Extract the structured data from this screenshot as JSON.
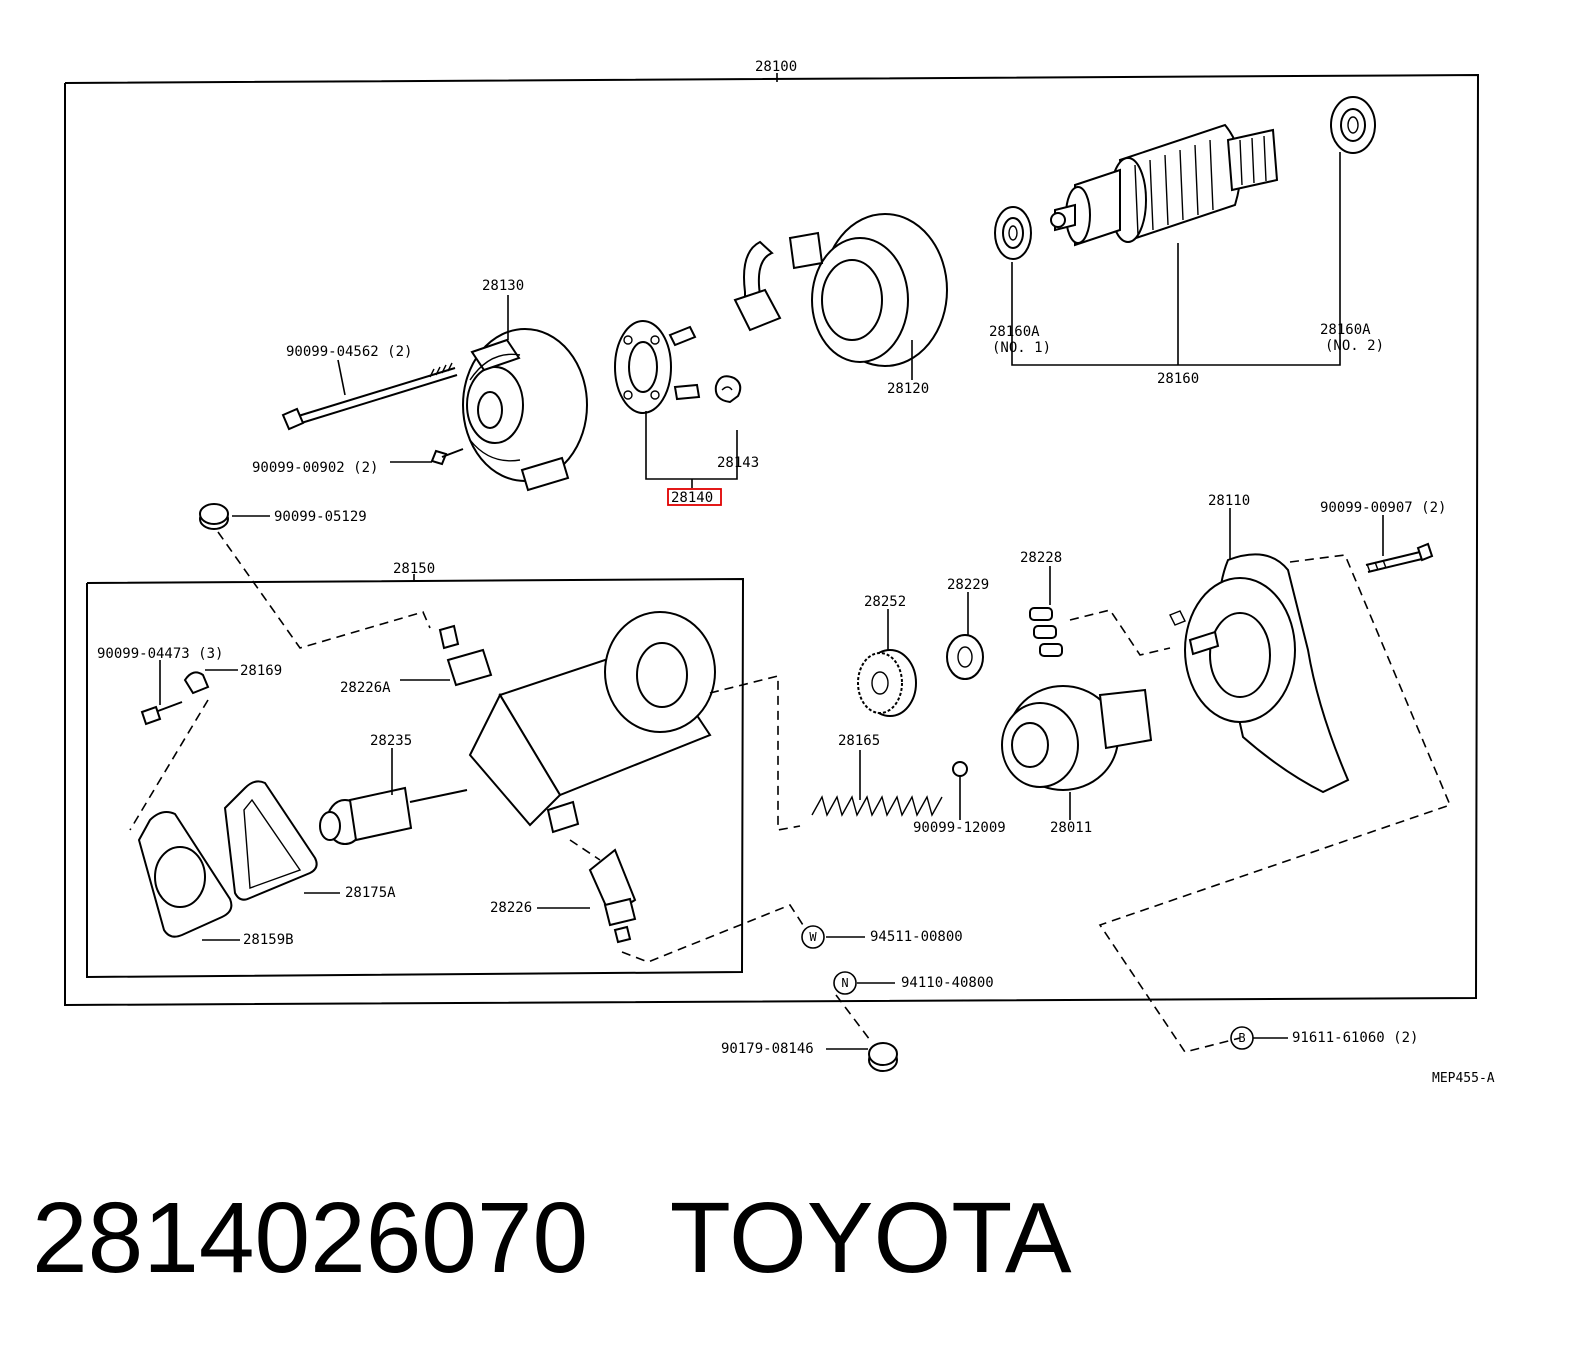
{
  "diagram": {
    "labels": {
      "assembly": "28100",
      "commutator_end_frame": "28130",
      "through_bolt": "90099-04562 (2)",
      "screw": "90099-00902 (2)",
      "plug": "90099-05129",
      "brush_holder": "28140",
      "brush_spring": "28143",
      "yoke": "28120",
      "bearing_no1": "28160A",
      "bearing_no1_note": "(NO. 1)",
      "bearing_no2": "28160A",
      "bearing_no2_note": "(NO. 2)",
      "armature": "28160",
      "housing": "28110",
      "housing_bolt": "90099-00907 (2)",
      "magnetic_switch": "28150",
      "contact_bolt_a": "28226A",
      "switch_screw": "90099-04473 (3)",
      "clip": "28169",
      "plunger": "28235",
      "gasket": "28175A",
      "end_cover": "28159B",
      "contact_bolt": "28226",
      "idler_gear": "28252",
      "retainer": "28229",
      "roller": "28228",
      "spring": "28165",
      "steel_ball": "90099-12009",
      "clutch": "28011",
      "washer": "94511-00800",
      "nut": "94110-40800",
      "terminal_nut": "90179-08146",
      "stud_bolt": "91611-61060 (2)",
      "washer_symbol": "W",
      "nut_symbol": "N",
      "bolt_symbol": "B",
      "figure_code": "MEP455-A"
    },
    "highlight_color": "#e00000"
  },
  "caption": {
    "part_number": "2814026070",
    "brand": "TOYOTA"
  }
}
